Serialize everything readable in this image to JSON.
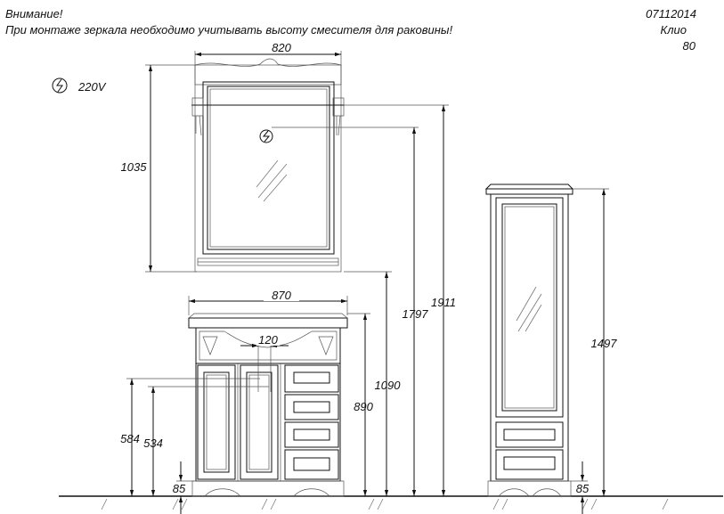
{
  "header": {
    "warning_title": "Внимание!",
    "warning_text": "При монтаже зеркала необходимо учитывать высоту смесителя для раковины!"
  },
  "product": {
    "code": "07112014",
    "name": "Клио",
    "size": "80"
  },
  "power": {
    "voltage": "220V",
    "icon": "electric-socket-icon"
  },
  "dimensions": {
    "mirror_width": "820",
    "mirror_height": "1035",
    "vanity_width": "870",
    "basin_offset": "120",
    "vanity_height": "890",
    "vanity_total": "1090",
    "socket_height": "1797",
    "total_height": "1911",
    "pipe_584": "584",
    "pipe_534": "534",
    "leg_left": "85",
    "cabinet_height": "1497",
    "leg_right": "85"
  }
}
